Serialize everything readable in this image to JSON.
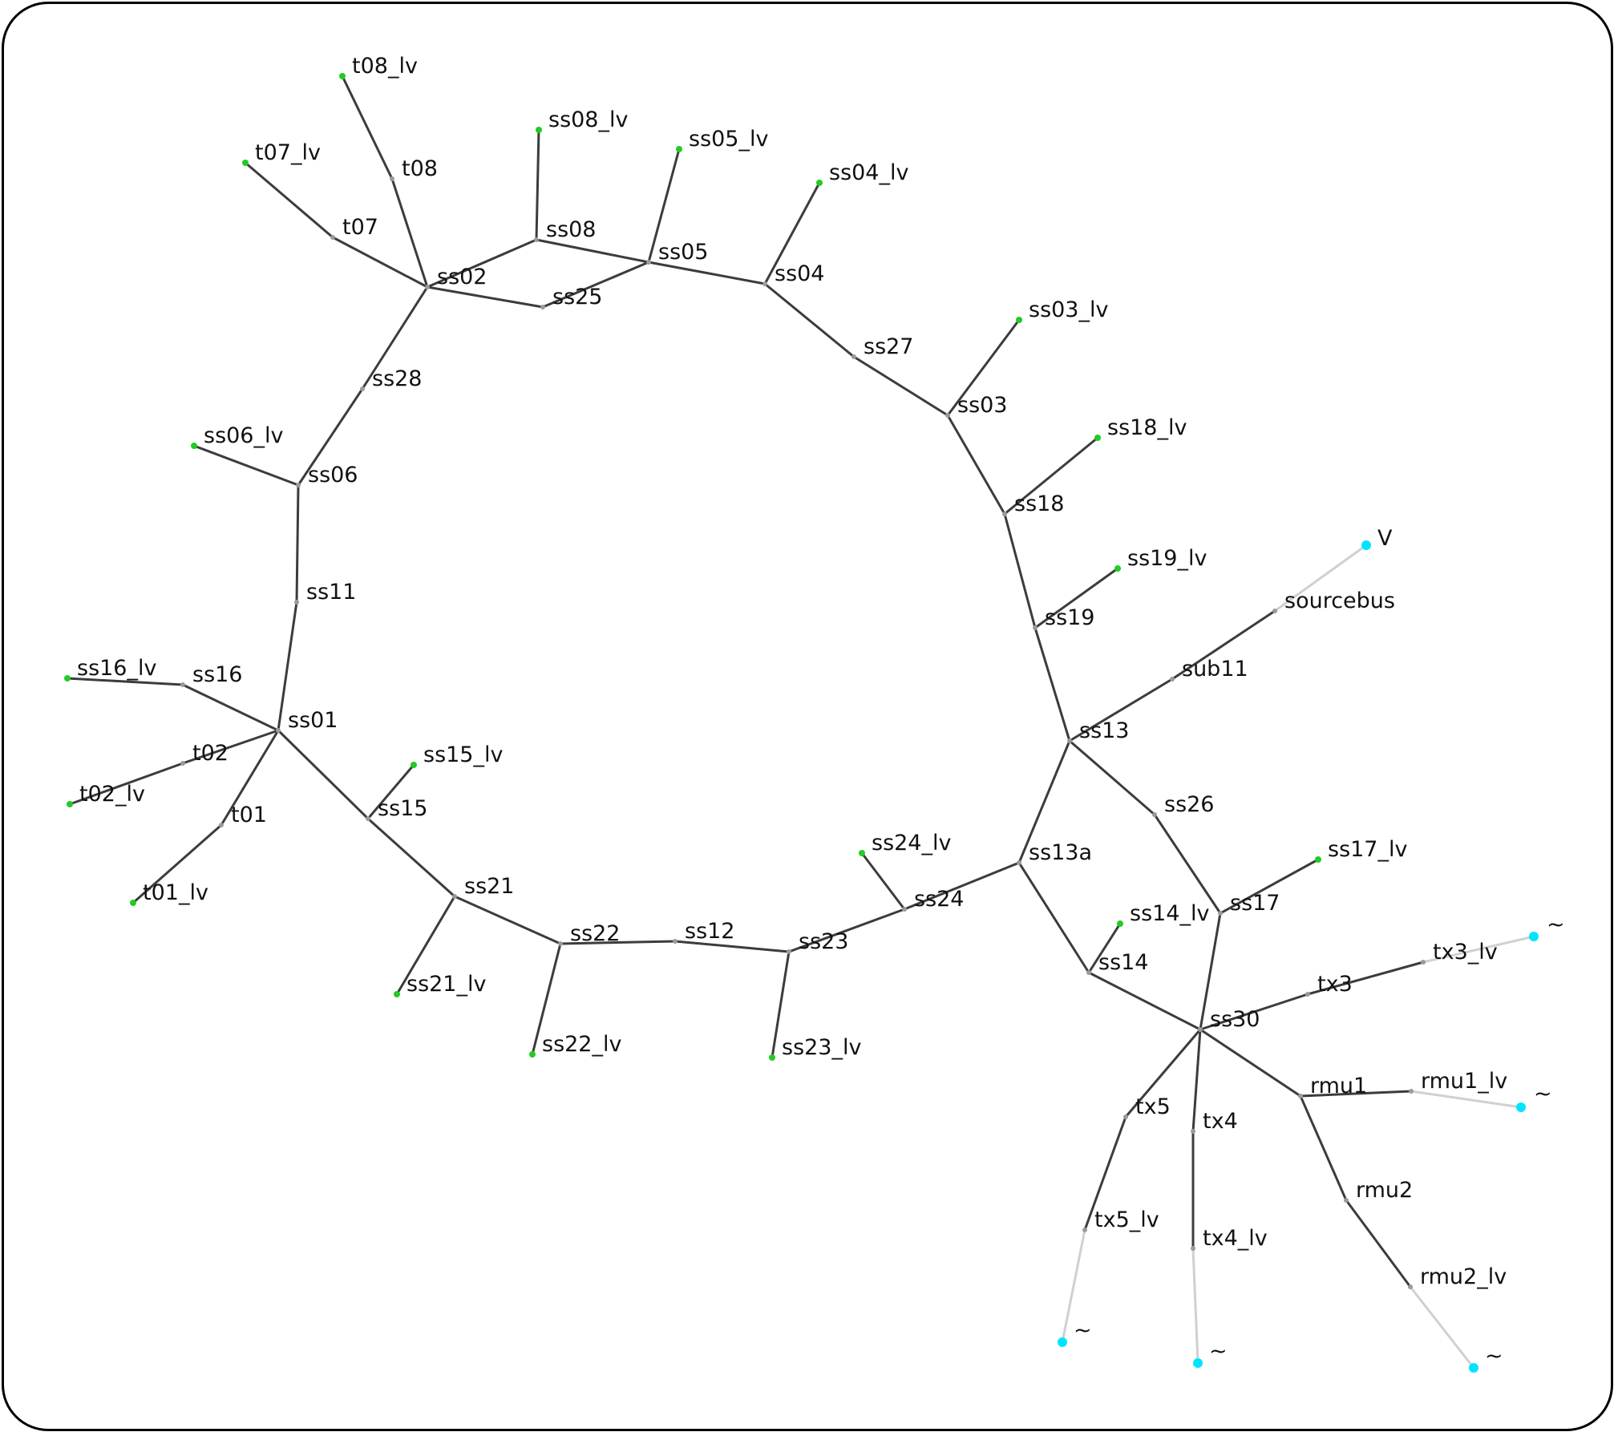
{
  "diagram": {
    "colors": {
      "frame": "#000000",
      "edge": "#3c3c3c",
      "edge_source": "#d0d0d0",
      "node_bus": "#9a9a9a",
      "node_lv": "#22cc22",
      "node_source": "#00e5ff"
    },
    "nodes": [
      {
        "id": "t08_lv",
        "label": "t08_lv",
        "kind": "lv"
      },
      {
        "id": "t08",
        "label": "t08",
        "kind": "bus"
      },
      {
        "id": "t07_lv",
        "label": "t07_lv",
        "kind": "lv"
      },
      {
        "id": "t07",
        "label": "t07",
        "kind": "bus"
      },
      {
        "id": "ss08_lv",
        "label": "ss08_lv",
        "kind": "lv"
      },
      {
        "id": "ss08",
        "label": "ss08",
        "kind": "bus"
      },
      {
        "id": "ss05_lv",
        "label": "ss05_lv",
        "kind": "lv"
      },
      {
        "id": "ss05",
        "label": "ss05",
        "kind": "bus"
      },
      {
        "id": "ss04_lv",
        "label": "ss04_lv",
        "kind": "lv"
      },
      {
        "id": "ss04",
        "label": "ss04",
        "kind": "bus"
      },
      {
        "id": "ss02",
        "label": "ss02",
        "kind": "bus"
      },
      {
        "id": "ss25",
        "label": "ss25",
        "kind": "bus"
      },
      {
        "id": "ss27",
        "label": "ss27",
        "kind": "bus"
      },
      {
        "id": "ss03_lv",
        "label": "ss03_lv",
        "kind": "lv"
      },
      {
        "id": "ss03",
        "label": "ss03",
        "kind": "bus"
      },
      {
        "id": "ss28",
        "label": "ss28",
        "kind": "bus"
      },
      {
        "id": "ss06_lv",
        "label": "ss06_lv",
        "kind": "lv"
      },
      {
        "id": "ss06",
        "label": "ss06",
        "kind": "bus"
      },
      {
        "id": "ss18_lv",
        "label": "ss18_lv",
        "kind": "lv"
      },
      {
        "id": "ss18",
        "label": "ss18",
        "kind": "bus"
      },
      {
        "id": "V",
        "label": "V",
        "kind": "source"
      },
      {
        "id": "ss19_lv",
        "label": "ss19_lv",
        "kind": "lv"
      },
      {
        "id": "sourcebus",
        "label": "sourcebus",
        "kind": "bus"
      },
      {
        "id": "ss19",
        "label": "ss19",
        "kind": "bus"
      },
      {
        "id": "ss11",
        "label": "ss11",
        "kind": "bus"
      },
      {
        "id": "sub11",
        "label": "sub11",
        "kind": "bus"
      },
      {
        "id": "ss16_lv",
        "label": "ss16_lv",
        "kind": "lv"
      },
      {
        "id": "ss16",
        "label": "ss16",
        "kind": "bus"
      },
      {
        "id": "ss01",
        "label": "ss01",
        "kind": "bus"
      },
      {
        "id": "ss13",
        "label": "ss13",
        "kind": "bus"
      },
      {
        "id": "t02",
        "label": "t02",
        "kind": "bus"
      },
      {
        "id": "ss15_lv",
        "label": "ss15_lv",
        "kind": "lv"
      },
      {
        "id": "t02_lv",
        "label": "t02_lv",
        "kind": "lv"
      },
      {
        "id": "ss26",
        "label": "ss26",
        "kind": "bus"
      },
      {
        "id": "ss15",
        "label": "ss15",
        "kind": "bus"
      },
      {
        "id": "t01",
        "label": "t01",
        "kind": "bus"
      },
      {
        "id": "ss24_lv",
        "label": "ss24_lv",
        "kind": "lv"
      },
      {
        "id": "ss13a",
        "label": "ss13a",
        "kind": "bus"
      },
      {
        "id": "ss17_lv",
        "label": "ss17_lv",
        "kind": "lv"
      },
      {
        "id": "ss21",
        "label": "ss21",
        "kind": "bus"
      },
      {
        "id": "t01_lv",
        "label": "t01_lv",
        "kind": "lv"
      },
      {
        "id": "ss24",
        "label": "ss24",
        "kind": "bus"
      },
      {
        "id": "ss17",
        "label": "ss17",
        "kind": "bus"
      },
      {
        "id": "ss14_lv",
        "label": "ss14_lv",
        "kind": "lv"
      },
      {
        "id": "ss22",
        "label": "ss22",
        "kind": "bus"
      },
      {
        "id": "ss12",
        "label": "ss12",
        "kind": "bus"
      },
      {
        "id": "ss23",
        "label": "ss23",
        "kind": "bus"
      },
      {
        "id": "src_tx3",
        "label": "~",
        "kind": "source"
      },
      {
        "id": "tx3_lv",
        "label": "tx3_lv",
        "kind": "bus"
      },
      {
        "id": "ss14",
        "label": "ss14",
        "kind": "bus"
      },
      {
        "id": "tx3",
        "label": "tx3",
        "kind": "bus"
      },
      {
        "id": "ss21_lv",
        "label": "ss21_lv",
        "kind": "lv"
      },
      {
        "id": "ss30",
        "label": "ss30",
        "kind": "bus"
      },
      {
        "id": "ss22_lv",
        "label": "ss22_lv",
        "kind": "lv"
      },
      {
        "id": "ss23_lv",
        "label": "ss23_lv",
        "kind": "lv"
      },
      {
        "id": "rmu1",
        "label": "rmu1",
        "kind": "bus"
      },
      {
        "id": "rmu1_lv",
        "label": "rmu1_lv",
        "kind": "bus"
      },
      {
        "id": "src_rmu1",
        "label": "~",
        "kind": "source"
      },
      {
        "id": "tx5",
        "label": "tx5",
        "kind": "bus"
      },
      {
        "id": "tx4",
        "label": "tx4",
        "kind": "bus"
      },
      {
        "id": "rmu2",
        "label": "rmu2",
        "kind": "bus"
      },
      {
        "id": "tx5_lv",
        "label": "tx5_lv",
        "kind": "bus"
      },
      {
        "id": "tx4_lv",
        "label": "tx4_lv",
        "kind": "bus"
      },
      {
        "id": "rmu2_lv",
        "label": "rmu2_lv",
        "kind": "bus"
      },
      {
        "id": "src_tx5",
        "label": "~",
        "kind": "source"
      },
      {
        "id": "src_tx4",
        "label": "~",
        "kind": "source"
      },
      {
        "id": "src_rmu2",
        "label": "~",
        "kind": "source"
      }
    ],
    "edges": [
      [
        "t08_lv",
        "t08",
        "dark"
      ],
      [
        "t08",
        "ss02",
        "dark"
      ],
      [
        "t07_lv",
        "t07",
        "dark"
      ],
      [
        "t07",
        "ss02",
        "dark"
      ],
      [
        "ss08_lv",
        "ss08",
        "dark"
      ],
      [
        "ss02",
        "ss08",
        "dark"
      ],
      [
        "ss08",
        "ss05",
        "dark"
      ],
      [
        "ss05_lv",
        "ss05",
        "dark"
      ],
      [
        "ss02",
        "ss25",
        "dark"
      ],
      [
        "ss25",
        "ss05",
        "dark"
      ],
      [
        "ss05",
        "ss04",
        "dark"
      ],
      [
        "ss04_lv",
        "ss04",
        "dark"
      ],
      [
        "ss04",
        "ss27",
        "dark"
      ],
      [
        "ss27",
        "ss03",
        "dark"
      ],
      [
        "ss03_lv",
        "ss03",
        "dark"
      ],
      [
        "ss03",
        "ss18",
        "dark"
      ],
      [
        "ss18_lv",
        "ss18",
        "dark"
      ],
      [
        "ss18",
        "ss19",
        "dark"
      ],
      [
        "ss19_lv",
        "ss19",
        "dark"
      ],
      [
        "ss19",
        "ss13",
        "dark"
      ],
      [
        "ss13",
        "sub11",
        "dark"
      ],
      [
        "sub11",
        "sourcebus",
        "dark"
      ],
      [
        "sourcebus",
        "V",
        "light"
      ],
      [
        "ss02",
        "ss28",
        "dark"
      ],
      [
        "ss28",
        "ss06",
        "dark"
      ],
      [
        "ss06_lv",
        "ss06",
        "dark"
      ],
      [
        "ss06",
        "ss11",
        "dark"
      ],
      [
        "ss11",
        "ss01",
        "dark"
      ],
      [
        "ss16_lv",
        "ss16",
        "dark"
      ],
      [
        "ss16",
        "ss01",
        "dark"
      ],
      [
        "t02_lv",
        "t02",
        "dark"
      ],
      [
        "t02",
        "ss01",
        "dark"
      ],
      [
        "t01_lv",
        "t01",
        "dark"
      ],
      [
        "t01",
        "ss01",
        "dark"
      ],
      [
        "ss01",
        "ss15",
        "dark"
      ],
      [
        "ss15_lv",
        "ss15",
        "dark"
      ],
      [
        "ss15",
        "ss21",
        "dark"
      ],
      [
        "ss21_lv",
        "ss21",
        "dark"
      ],
      [
        "ss21",
        "ss22",
        "dark"
      ],
      [
        "ss22_lv",
        "ss22",
        "dark"
      ],
      [
        "ss22",
        "ss12",
        "dark"
      ],
      [
        "ss12",
        "ss23",
        "dark"
      ],
      [
        "ss23_lv",
        "ss23",
        "dark"
      ],
      [
        "ss23",
        "ss24",
        "dark"
      ],
      [
        "ss24_lv",
        "ss24",
        "dark"
      ],
      [
        "ss24",
        "ss13a",
        "dark"
      ],
      [
        "ss13a",
        "ss13",
        "dark"
      ],
      [
        "ss13a",
        "ss14",
        "dark"
      ],
      [
        "ss14_lv",
        "ss14",
        "dark"
      ],
      [
        "ss14",
        "ss30",
        "dark"
      ],
      [
        "ss13",
        "ss26",
        "dark"
      ],
      [
        "ss26",
        "ss17",
        "dark"
      ],
      [
        "ss17_lv",
        "ss17",
        "dark"
      ],
      [
        "ss17",
        "ss30",
        "dark"
      ],
      [
        "ss30",
        "tx3",
        "dark"
      ],
      [
        "tx3",
        "tx3_lv",
        "dark"
      ],
      [
        "tx3_lv",
        "src_tx3",
        "light"
      ],
      [
        "ss30",
        "rmu1",
        "dark"
      ],
      [
        "rmu1",
        "rmu1_lv",
        "dark"
      ],
      [
        "rmu1_lv",
        "src_rmu1",
        "light"
      ],
      [
        "rmu1",
        "rmu2",
        "dark"
      ],
      [
        "rmu2",
        "rmu2_lv",
        "dark"
      ],
      [
        "rmu2_lv",
        "src_rmu2",
        "light"
      ],
      [
        "ss30",
        "tx5",
        "dark"
      ],
      [
        "tx5",
        "tx5_lv",
        "dark"
      ],
      [
        "tx5_lv",
        "src_tx5",
        "light"
      ],
      [
        "ss30",
        "tx4",
        "dark"
      ],
      [
        "tx4",
        "tx4_lv",
        "dark"
      ],
      [
        "tx4_lv",
        "src_tx4",
        "light"
      ]
    ]
  }
}
